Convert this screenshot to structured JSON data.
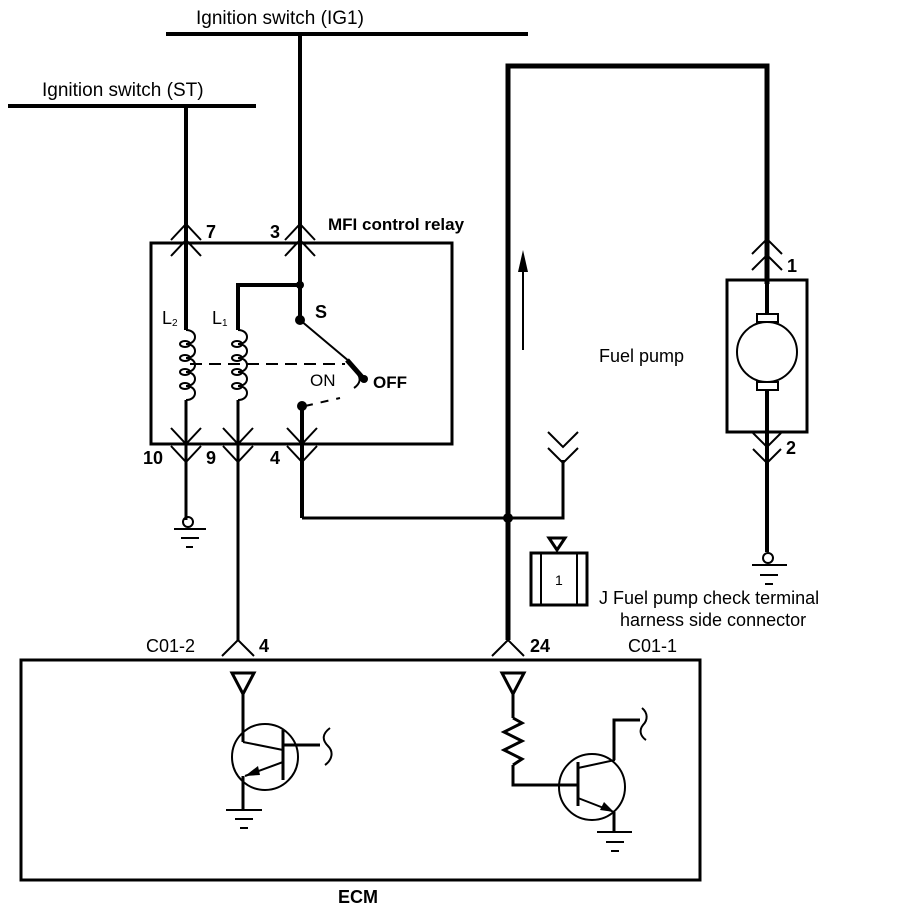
{
  "diagram": {
    "colors": {
      "line": "#000000",
      "background": "#ffffff"
    },
    "power_sources": {
      "ig1": "Ignition switch (IG1)",
      "st": "Ignition switch (ST)"
    },
    "relay": {
      "name": "MFI control relay",
      "coil_l2": "L",
      "coil_l2_sub": "2",
      "coil_l1": "L",
      "coil_l1_sub": "1",
      "switch_label": "S",
      "on_label": "ON",
      "off_label": "OFF",
      "terminals": {
        "t7": "7",
        "t3": "3",
        "t10": "10",
        "t9": "9",
        "t4": "4"
      }
    },
    "fuel_pump": {
      "name": "Fuel pump",
      "terminals": {
        "t1": "1",
        "t2": "2"
      }
    },
    "check_connector": {
      "pin": "1",
      "label_line1": "J Fuel pump check terminal",
      "label_line2": "harness side connector"
    },
    "ecm": {
      "name": "ECM",
      "connector_left": "C01-2",
      "connector_left_pin": "4",
      "connector_right": "C01-1",
      "connector_right_pin": "24"
    }
  }
}
